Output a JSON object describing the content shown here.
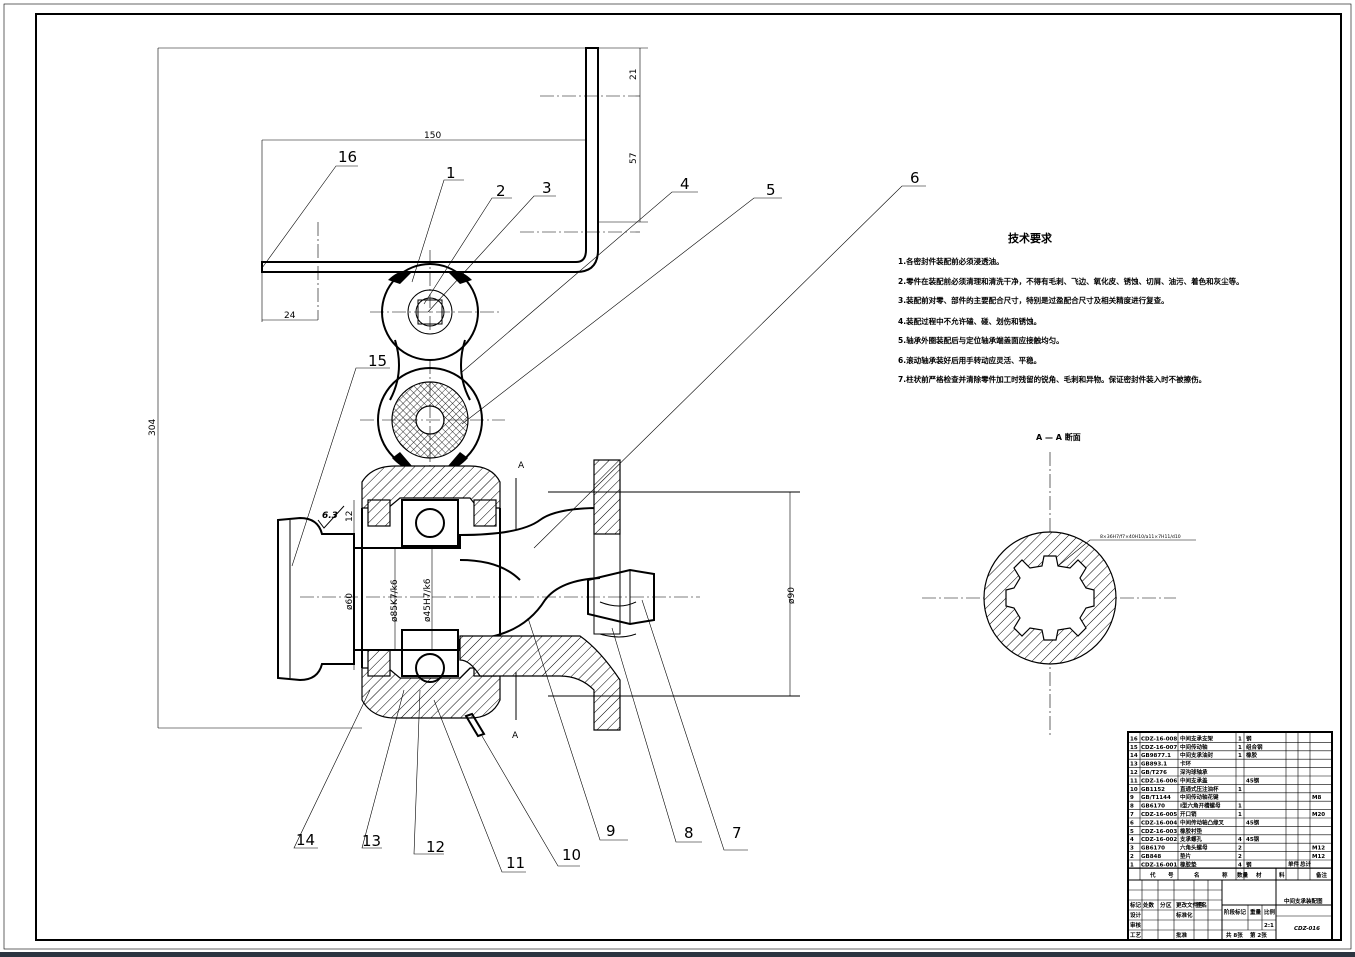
{
  "balloons": [
    "1",
    "2",
    "3",
    "4",
    "5",
    "6",
    "7",
    "8",
    "9",
    "10",
    "11",
    "12",
    "13",
    "14",
    "15",
    "16"
  ],
  "dimensions": {
    "d21": "21",
    "d57": "57",
    "d150": "150",
    "d24": "24",
    "d304": "304",
    "d12": "12",
    "d60": "ø60",
    "d85": "ø85K7/k6",
    "d45": "ø45H7/k6",
    "d90": "ø90",
    "rough": "6.3"
  },
  "section": {
    "marker": "A",
    "title": "A — A 断面",
    "spline": "8×36H7/f7×40H10/a11×7H11/d10"
  },
  "tech": {
    "title": "技术要求",
    "items": [
      "1.各密封件装配前必须浸透油。",
      "2.零件在装配前必须清理和清洗干净，不得有毛刺、飞边、氧化皮、锈蚀、切屑、油污、着色和灰尘等。",
      "3.装配前对零、部件的主要配合尺寸，特别是过盈配合尺寸及相关精度进行复查。",
      "4.装配过程中不允许磕、碰、划伤和锈蚀。",
      "5.轴承外圈装配后与定位轴承端盖面应接触均匀。",
      "6.滚动轴承装好后用手转动应灵活、平稳。",
      "7.柱状前严格检查并清除零件加工时残留的锐角、毛刺和异物。保证密封件装入时不被擦伤。"
    ]
  },
  "bom": [
    [
      "16",
      "CDZ-16-008",
      "中间支承支架",
      "1",
      "钢",
      ""
    ],
    [
      "15",
      "CDZ-16-007",
      "中间传动轴",
      "1",
      "组合钢",
      ""
    ],
    [
      "14",
      "GB9877.1",
      "中间支承油封",
      "1",
      "橡胶",
      ""
    ],
    [
      "13",
      "GB893.1",
      "卡环",
      "",
      "",
      ""
    ],
    [
      "12",
      "GB/T276",
      "深沟球轴承",
      "",
      "",
      ""
    ],
    [
      "11",
      "CDZ-16-006",
      "中间支承盖",
      "",
      "45钢",
      ""
    ],
    [
      "10",
      "GB1152",
      "直通式压注油杯",
      "1",
      "",
      ""
    ],
    [
      "9",
      "GB/T1144",
      "中间传动轴花键",
      "",
      "",
      "M8"
    ],
    [
      "8",
      "GB6170",
      "I型六角开槽螺母",
      "1",
      "",
      ""
    ],
    [
      "7",
      "CDZ-16-005",
      "开口销",
      "1",
      "",
      "M20"
    ],
    [
      "6",
      "CDZ-16-004",
      "中间传动轴凸缘叉",
      "",
      "45钢",
      ""
    ],
    [
      "5",
      "CDZ-16-003",
      "橡胶衬垫",
      "",
      "",
      ""
    ],
    [
      "4",
      "CDZ-16-002",
      "支承螺孔",
      "4",
      "45钢",
      ""
    ],
    [
      "3",
      "GB6170",
      "六角头螺母",
      "2",
      "",
      "M12"
    ],
    [
      "2",
      "GB848",
      "垫片",
      "2",
      "",
      "M12"
    ],
    [
      "1",
      "CDZ-16-001",
      "橡胶垫",
      "4",
      "钢",
      ""
    ]
  ],
  "title_block": {
    "headers": [
      "代",
      "号",
      "名",
      "称",
      "数量",
      "材",
      "料",
      "单件",
      "总计",
      "备注"
    ],
    "drawing_name": "中间支承装配图",
    "drawing_no": "CDZ-016",
    "labels": [
      "标记",
      "处数",
      "分",
      "区",
      "更改文件号",
      "签名",
      "设计",
      "标准化",
      "审核",
      "工艺",
      "批准",
      "阶段标记",
      "重量",
      "比例",
      "共 8张",
      "第 2张"
    ],
    "scale": "2:1"
  }
}
